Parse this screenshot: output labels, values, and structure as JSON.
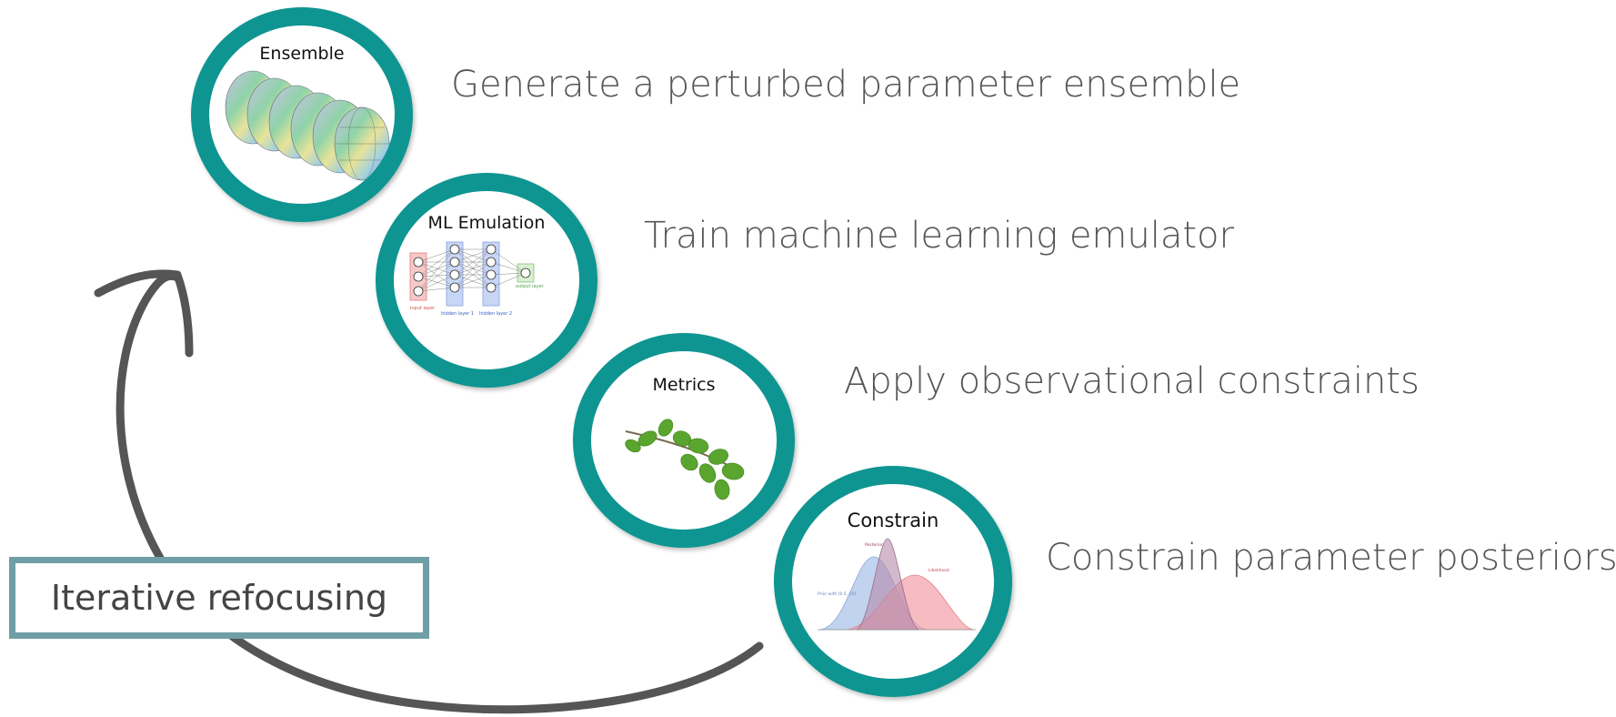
{
  "steps": [
    {
      "id": "ensemble",
      "label": "Ensemble",
      "text": "Generate a perturbed parameter ensemble",
      "icon": "globe-ensemble-icon"
    },
    {
      "id": "emulation",
      "label": "ML Emulation",
      "text": "Train machine learning emulator",
      "icon": "neural-network-icon"
    },
    {
      "id": "metrics",
      "label": "Metrics",
      "text": "Apply observational constraints",
      "icon": "leaf-branch-icon"
    },
    {
      "id": "constrain",
      "label": "Constrain",
      "text": "Constrain parameter posteriors",
      "icon": "distribution-curves-icon"
    }
  ],
  "nn_labels": {
    "input": "input layer",
    "hidden1": "hidden layer 1",
    "hidden2": "hidden layer 2",
    "output": "output layer"
  },
  "dist_labels": {
    "posterior": "Posterior",
    "likelihood": "Likelihood",
    "prior": "Prior with [0.5, 10]"
  },
  "loop_label": "Iterative refocusing",
  "colors": {
    "ring": "#0e9591",
    "box_border": "#6f9ea6",
    "arrow": "#555555",
    "text": "#555555"
  }
}
